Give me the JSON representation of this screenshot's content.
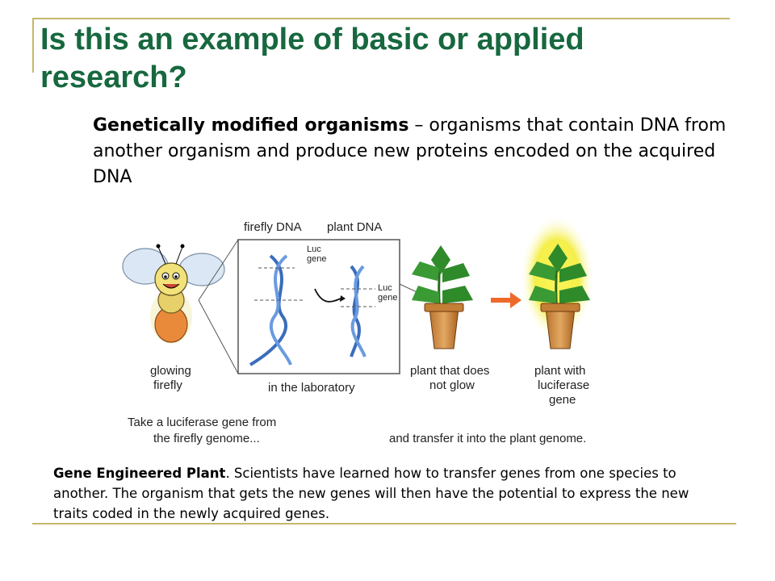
{
  "slide": {
    "title": "Is this an example of basic or applied research?",
    "definition": {
      "term": "Genetically modified organisms",
      "text": " – organisms that contain DNA from another organism and produce new proteins encoded on the acquired DNA"
    },
    "caption": {
      "term": "Gene Engineered Plant",
      "text": ".  Scientists have learned how to transfer genes from one species to another. The organism that gets the new genes will then have the potential to express the new traits coded in the newly acquired genes."
    }
  },
  "figure": {
    "firefly_dna": "firefly DNA",
    "plant_dna": "plant DNA",
    "luc_gene_1": [
      "Luc",
      "gene"
    ],
    "luc_gene_2": [
      "Luc",
      "gene"
    ],
    "glowing_firefly": [
      "glowing",
      "firefly"
    ],
    "in_the_laboratory": "in the laboratory",
    "plant_no_glow": [
      "plant that does",
      "not glow"
    ],
    "plant_with": [
      "plant with",
      "luciferase",
      "gene"
    ],
    "take_gene": [
      "Take a luciferase gene from",
      "the firefly genome..."
    ],
    "transfer": "and transfer it into the plant genome."
  }
}
